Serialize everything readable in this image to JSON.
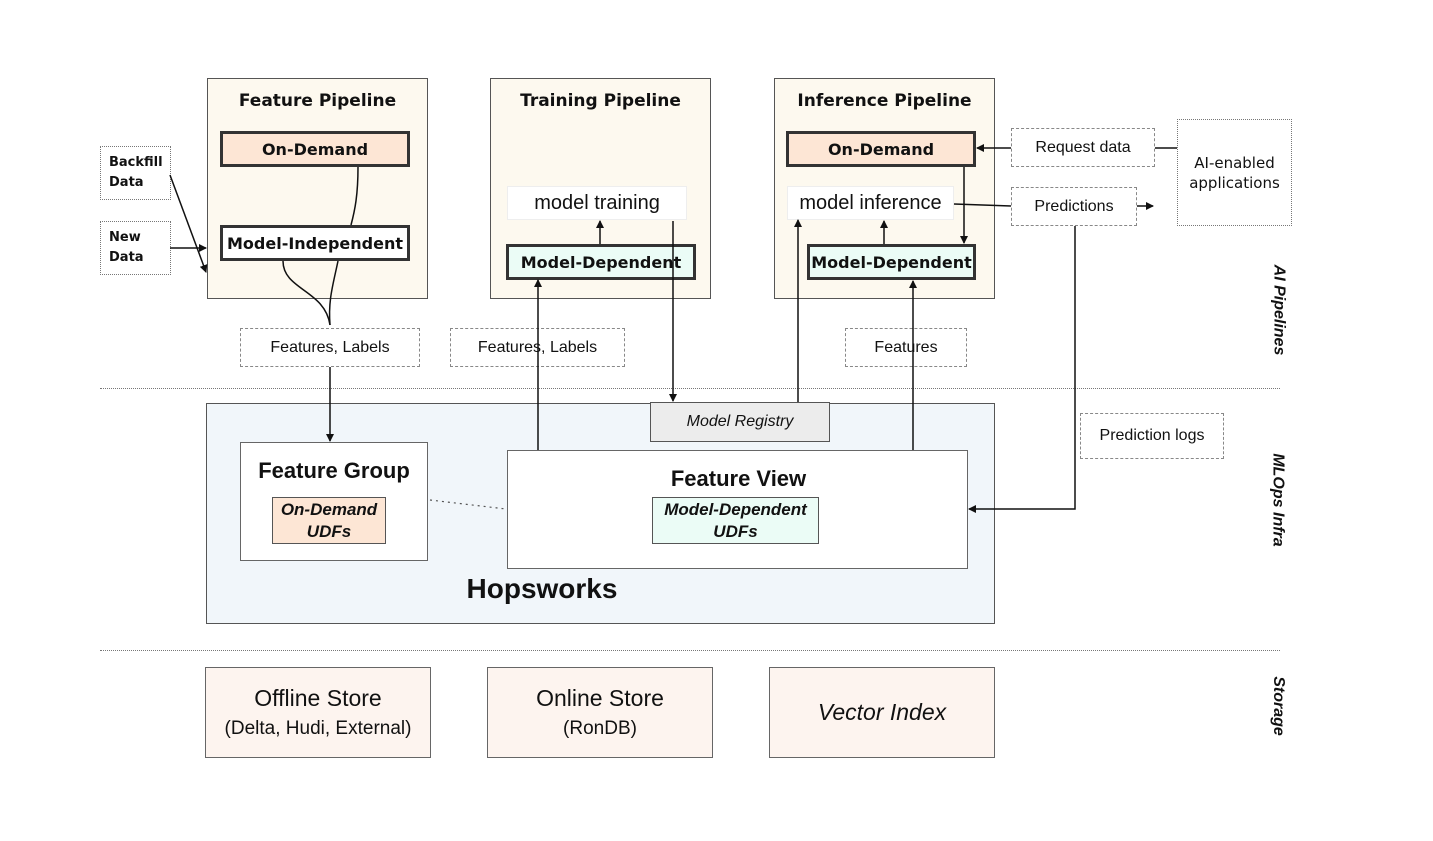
{
  "layers": {
    "ai_pipelines": "AI Pipelines",
    "mlops_infra": "MLOps Infra",
    "storage": "Storage"
  },
  "data_sources": {
    "backfill": "Backfill Data",
    "new_data": "New Data"
  },
  "feature_pipeline": {
    "title": "Feature Pipeline",
    "on_demand": "On-Demand",
    "model_independent": "Model-Independent"
  },
  "training_pipeline": {
    "title": "Training Pipeline",
    "model_training": "model training",
    "model_dependent": "Model-Dependent"
  },
  "inference_pipeline": {
    "title": "Inference Pipeline",
    "on_demand": "On-Demand",
    "model_inference": "model inference",
    "model_dependent": "Model-Dependent"
  },
  "flows": {
    "features_labels_1": "Features, Labels",
    "features_labels_2": "Features, Labels",
    "features": "Features",
    "request_data": "Request data",
    "predictions": "Predictions",
    "prediction_logs": "Prediction logs"
  },
  "applications": "AI-enabled applications",
  "hopsworks": {
    "title": "Hopsworks",
    "model_registry": "Model Registry",
    "feature_group": {
      "title": "Feature Group",
      "udf_line1": "On-Demand",
      "udf_line2": "UDFs"
    },
    "feature_view": {
      "title": "Feature View",
      "udf_line1": "Model-Dependent",
      "udf_line2": "UDFs"
    }
  },
  "storage": {
    "offline": {
      "title": "Offline Store",
      "sub": "(Delta, Hudi, External)"
    },
    "online": {
      "title": "Online Store",
      "sub": "(RonDB)"
    },
    "vector": {
      "title": "Vector Index"
    }
  },
  "colors": {
    "pipeline_bg": "#fdf9ef",
    "on_demand_bg": "#fde6d5",
    "model_dependent_bg": "#ebfcf6",
    "hopsworks_bg": "#f1f6fa",
    "store_bg": "#fdf4ef",
    "model_registry_bg": "#ececec"
  }
}
